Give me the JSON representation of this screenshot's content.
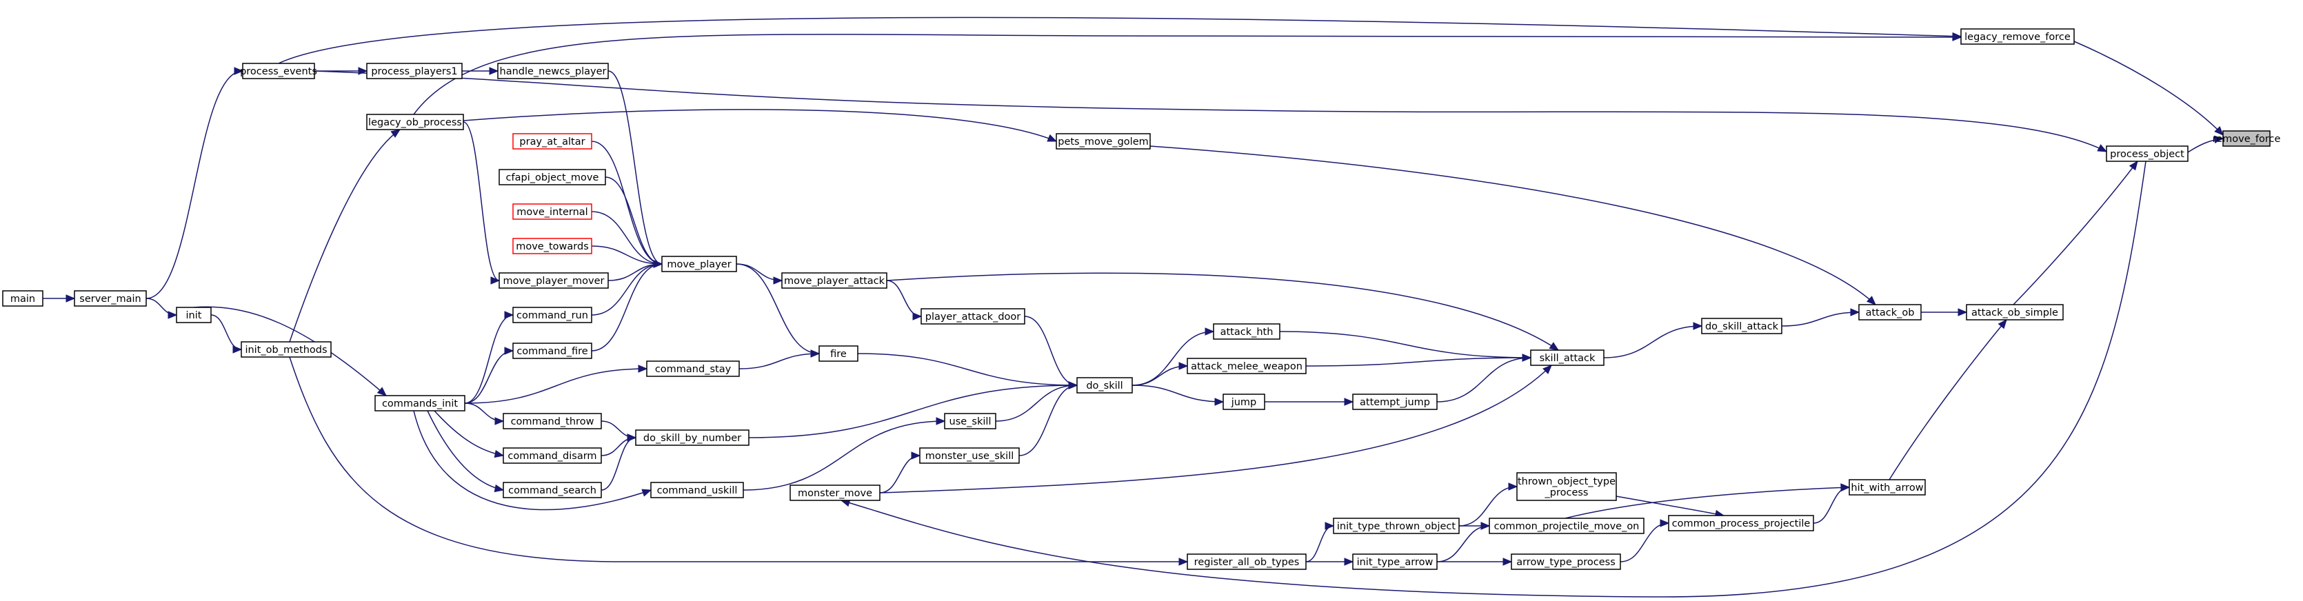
{
  "graph": {
    "kind": "call graph (caller graph)",
    "colors": {
      "edge": "#191970",
      "box_border": "#000000",
      "box_border_undocumented": "#ff0000",
      "root_fill": "#bfbfbf"
    },
    "nodes": [
      {
        "id": "remove_force",
        "label": "remove_force",
        "root": true
      },
      {
        "id": "legacy_remove_force",
        "label": "legacy_remove_force"
      },
      {
        "id": "process_object",
        "label": "process_object"
      },
      {
        "id": "process_events",
        "label": "process_events"
      },
      {
        "id": "process_players1",
        "label": "process_players1"
      },
      {
        "id": "handle_newcs_player",
        "label": "handle_newcs_player"
      },
      {
        "id": "legacy_ob_process",
        "label": "legacy_ob_process"
      },
      {
        "id": "pets_move_golem",
        "label": "pets_move_golem"
      },
      {
        "id": "pray_at_altar",
        "label": "pray_at_altar",
        "undocumented": true
      },
      {
        "id": "cfapi_object_move",
        "label": "cfapi_object_move"
      },
      {
        "id": "move_internal",
        "label": "move_internal",
        "undocumented": true
      },
      {
        "id": "move_towards",
        "label": "move_towards",
        "undocumented": true
      },
      {
        "id": "move_player",
        "label": "move_player"
      },
      {
        "id": "move_player_mover",
        "label": "move_player_mover"
      },
      {
        "id": "move_player_attack",
        "label": "move_player_attack"
      },
      {
        "id": "main",
        "label": "main"
      },
      {
        "id": "server_main",
        "label": "server_main"
      },
      {
        "id": "init",
        "label": "init"
      },
      {
        "id": "init_ob_methods",
        "label": "init_ob_methods"
      },
      {
        "id": "command_run",
        "label": "command_run"
      },
      {
        "id": "player_attack_door",
        "label": "player_attack_door"
      },
      {
        "id": "attack_hth",
        "label": "attack_hth"
      },
      {
        "id": "do_skill_attack",
        "label": "do_skill_attack"
      },
      {
        "id": "attack_ob",
        "label": "attack_ob"
      },
      {
        "id": "attack_ob_simple",
        "label": "attack_ob_simple"
      },
      {
        "id": "command_fire",
        "label": "command_fire"
      },
      {
        "id": "fire",
        "label": "fire"
      },
      {
        "id": "skill_attack",
        "label": "skill_attack"
      },
      {
        "id": "attack_melee_weapon",
        "label": "attack_melee_weapon"
      },
      {
        "id": "command_stay",
        "label": "command_stay"
      },
      {
        "id": "do_skill",
        "label": "do_skill"
      },
      {
        "id": "commands_init",
        "label": "commands_init"
      },
      {
        "id": "jump",
        "label": "jump"
      },
      {
        "id": "attempt_jump",
        "label": "attempt_jump"
      },
      {
        "id": "command_throw",
        "label": "command_throw"
      },
      {
        "id": "use_skill",
        "label": "use_skill"
      },
      {
        "id": "do_skill_by_number",
        "label": "do_skill_by_number"
      },
      {
        "id": "command_disarm",
        "label": "command_disarm"
      },
      {
        "id": "monster_use_skill",
        "label": "monster_use_skill"
      },
      {
        "id": "thrown_object_type_process",
        "label": "thrown_object_type\n_process"
      },
      {
        "id": "hit_with_arrow",
        "label": "hit_with_arrow"
      },
      {
        "id": "command_search",
        "label": "command_search"
      },
      {
        "id": "command_uskill",
        "label": "command_uskill"
      },
      {
        "id": "monster_move",
        "label": "monster_move"
      },
      {
        "id": "init_type_thrown_object",
        "label": "init_type_thrown_object"
      },
      {
        "id": "common_projectile_move_on",
        "label": "common_projectile_move_on"
      },
      {
        "id": "common_process_projectile",
        "label": "common_process_projectile"
      },
      {
        "id": "register_all_ob_types",
        "label": "register_all_ob_types"
      },
      {
        "id": "init_type_arrow",
        "label": "init_type_arrow"
      },
      {
        "id": "arrow_type_process",
        "label": "arrow_type_process"
      }
    ],
    "edges": [
      {
        "from": "legacy_remove_force",
        "to": "remove_force"
      },
      {
        "from": "process_object",
        "to": "remove_force"
      },
      {
        "from": "process_events",
        "to": "legacy_remove_force"
      },
      {
        "from": "process_events",
        "to": "process_players1"
      },
      {
        "from": "process_events",
        "to": "process_object"
      },
      {
        "from": "server_main",
        "to": "process_events"
      },
      {
        "from": "main",
        "to": "server_main"
      },
      {
        "from": "server_main",
        "to": "init"
      },
      {
        "from": "init",
        "to": "init_ob_methods"
      },
      {
        "from": "init",
        "to": "commands_init"
      },
      {
        "from": "init_ob_methods",
        "to": "legacy_ob_process"
      },
      {
        "from": "init_ob_methods",
        "to": "register_all_ob_types"
      },
      {
        "from": "legacy_ob_process",
        "to": "process_object"
      },
      {
        "from": "legacy_ob_process",
        "to": "pets_move_golem"
      },
      {
        "from": "legacy_ob_process",
        "to": "move_player_mover"
      },
      {
        "from": "process_players1",
        "to": "handle_newcs_player"
      },
      {
        "from": "handle_newcs_player",
        "to": "move_player"
      },
      {
        "from": "pray_at_altar",
        "to": "move_player"
      },
      {
        "from": "cfapi_object_move",
        "to": "move_player"
      },
      {
        "from": "move_internal",
        "to": "move_player"
      },
      {
        "from": "move_towards",
        "to": "move_player"
      },
      {
        "from": "move_player_mover",
        "to": "move_player"
      },
      {
        "from": "command_run",
        "to": "move_player"
      },
      {
        "from": "command_fire",
        "to": "move_player"
      },
      {
        "from": "move_player",
        "to": "move_player_attack"
      },
      {
        "from": "move_player",
        "to": "fire"
      },
      {
        "from": "commands_init",
        "to": "command_run"
      },
      {
        "from": "commands_init",
        "to": "command_fire"
      },
      {
        "from": "commands_init",
        "to": "command_stay"
      },
      {
        "from": "commands_init",
        "to": "command_throw"
      },
      {
        "from": "commands_init",
        "to": "command_disarm"
      },
      {
        "from": "commands_init",
        "to": "command_search"
      },
      {
        "from": "commands_init",
        "to": "command_uskill"
      },
      {
        "from": "command_stay",
        "to": "fire"
      },
      {
        "from": "fire",
        "to": "do_skill"
      },
      {
        "from": "command_throw",
        "to": "do_skill_by_number"
      },
      {
        "from": "command_disarm",
        "to": "do_skill_by_number"
      },
      {
        "from": "command_search",
        "to": "do_skill_by_number"
      },
      {
        "from": "do_skill_by_number",
        "to": "do_skill"
      },
      {
        "from": "command_uskill",
        "to": "use_skill"
      },
      {
        "from": "use_skill",
        "to": "do_skill"
      },
      {
        "from": "monster_move",
        "to": "monster_use_skill"
      },
      {
        "from": "monster_use_skill",
        "to": "do_skill"
      },
      {
        "from": "move_player_attack",
        "to": "player_attack_door"
      },
      {
        "from": "move_player_attack",
        "to": "skill_attack"
      },
      {
        "from": "player_attack_door",
        "to": "do_skill"
      },
      {
        "from": "do_skill",
        "to": "attack_hth"
      },
      {
        "from": "do_skill",
        "to": "attack_melee_weapon"
      },
      {
        "from": "do_skill",
        "to": "jump"
      },
      {
        "from": "jump",
        "to": "attempt_jump"
      },
      {
        "from": "attack_hth",
        "to": "skill_attack"
      },
      {
        "from": "attack_melee_weapon",
        "to": "skill_attack"
      },
      {
        "from": "attempt_jump",
        "to": "skill_attack"
      },
      {
        "from": "monster_move",
        "to": "skill_attack"
      },
      {
        "from": "skill_attack",
        "to": "do_skill_attack"
      },
      {
        "from": "do_skill_attack",
        "to": "attack_ob"
      },
      {
        "from": "pets_move_golem",
        "to": "attack_ob"
      },
      {
        "from": "attack_ob",
        "to": "attack_ob_simple"
      },
      {
        "from": "attack_ob_simple",
        "to": "process_object"
      },
      {
        "from": "hit_with_arrow",
        "to": "attack_ob_simple"
      },
      {
        "from": "common_projectile_move_on",
        "to": "hit_with_arrow"
      },
      {
        "from": "common_process_projectile",
        "to": "hit_with_arrow"
      },
      {
        "from": "thrown_object_type_process",
        "to": "common_process_projectile"
      },
      {
        "from": "arrow_type_process",
        "to": "common_process_projectile"
      },
      {
        "from": "init_type_thrown_object",
        "to": "thrown_object_type_process"
      },
      {
        "from": "init_type_thrown_object",
        "to": "common_projectile_move_on"
      },
      {
        "from": "init_type_arrow",
        "to": "common_projectile_move_on"
      },
      {
        "from": "init_type_arrow",
        "to": "arrow_type_process"
      },
      {
        "from": "register_all_ob_types",
        "to": "init_type_thrown_object"
      },
      {
        "from": "register_all_ob_types",
        "to": "init_type_arrow"
      },
      {
        "from": "process_object",
        "to": "monster_move"
      }
    ]
  }
}
